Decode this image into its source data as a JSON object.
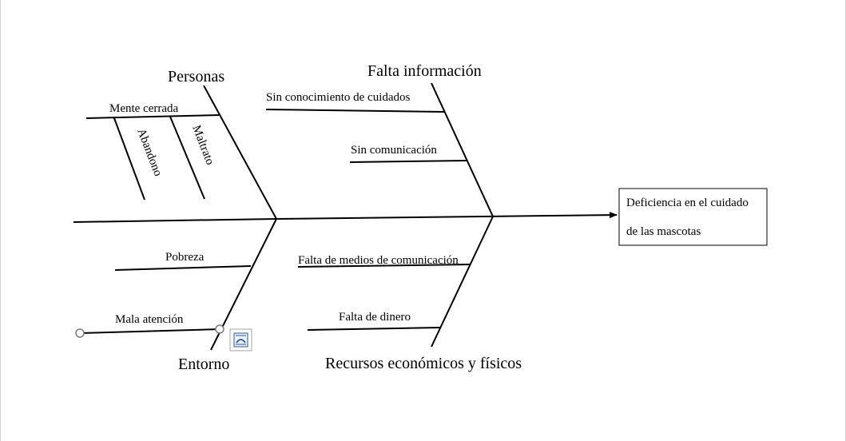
{
  "effect": {
    "line1": "Deficiencia en el cuidado",
    "line2": "de las mascotas"
  },
  "categories": {
    "personas": "Personas",
    "falta_info": "Falta información",
    "entorno": "Entorno",
    "recursos": "Recursos económicos y físicos"
  },
  "causes": {
    "mente_cerrada": "Mente cerrada",
    "abandono": "Abandono",
    "maltrato": "Maltrato",
    "sin_conocimiento": "Sin conocimiento de cuidados",
    "sin_comunicacion": "Sin comunicación",
    "pobreza": "Pobreza",
    "mala_atencion": "Mala atención",
    "falta_medios": "Falta de medios de comunicación",
    "falta_dinero": "Falta de dinero"
  },
  "icons": {
    "layout_options": "layout-options-icon",
    "handles": "selection-handle"
  }
}
